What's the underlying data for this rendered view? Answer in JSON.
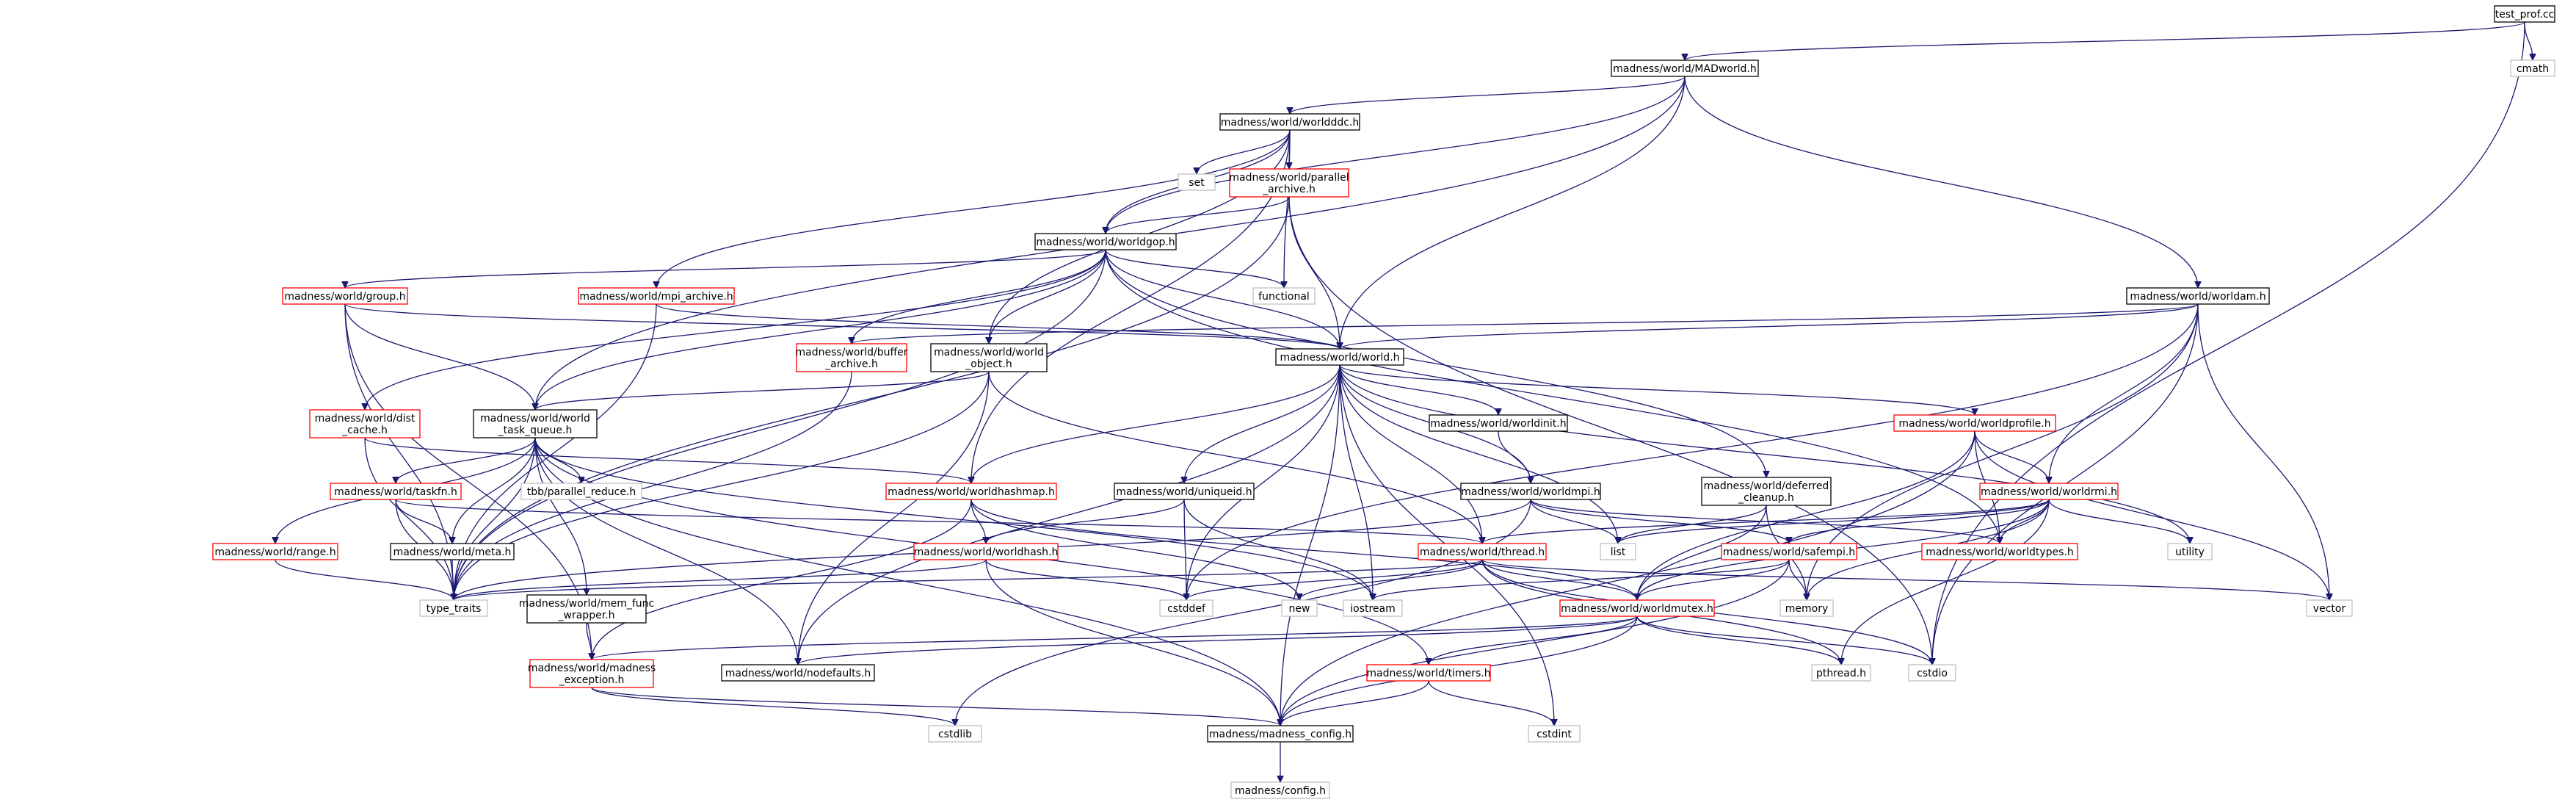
{
  "colors": {
    "edge": "#191970",
    "border_normal": "#000000",
    "border_truncated": "#ff0000",
    "border_system": "#bfbfbf",
    "root_fill": "#bfbfbf"
  },
  "nodes": [
    {
      "id": "test_prof",
      "lines": [
        "test_prof.cc"
      ],
      "style": "root"
    },
    {
      "id": "madworld",
      "lines": [
        "madness/world/MADworld.h"
      ],
      "style": "normal"
    },
    {
      "id": "cmath",
      "lines": [
        "cmath"
      ],
      "style": "system"
    },
    {
      "id": "worldddc",
      "lines": [
        "madness/world/worldddc.h"
      ],
      "style": "normal"
    },
    {
      "id": "set",
      "lines": [
        "set"
      ],
      "style": "system"
    },
    {
      "id": "parallel_archive",
      "lines": [
        "madness/world/parallel",
        "_archive.h"
      ],
      "style": "truncated"
    },
    {
      "id": "worldgop",
      "lines": [
        "madness/world/worldgop.h"
      ],
      "style": "normal"
    },
    {
      "id": "functional",
      "lines": [
        "functional"
      ],
      "style": "system"
    },
    {
      "id": "worlddam",
      "lines": [
        "madness/world/worldam.h"
      ],
      "style": "normal"
    },
    {
      "id": "group",
      "lines": [
        "madness/world/group.h"
      ],
      "style": "truncated"
    },
    {
      "id": "mpi_archive",
      "lines": [
        "madness/world/mpi_archive.h"
      ],
      "style": "truncated"
    },
    {
      "id": "buffer_archive",
      "lines": [
        "madness/world/buffer",
        "_archive.h"
      ],
      "style": "truncated"
    },
    {
      "id": "world_object",
      "lines": [
        "madness/world/world",
        "_object.h"
      ],
      "style": "normal"
    },
    {
      "id": "world",
      "lines": [
        "madness/world/world.h"
      ],
      "style": "normal"
    },
    {
      "id": "dist_cache",
      "lines": [
        "madness/world/dist",
        "_cache.h"
      ],
      "style": "truncated"
    },
    {
      "id": "world_task_queue",
      "lines": [
        "madness/world/world",
        "_task_queue.h"
      ],
      "style": "normal"
    },
    {
      "id": "worldinit",
      "lines": [
        "madness/world/worldinit.h"
      ],
      "style": "normal"
    },
    {
      "id": "worldprofile",
      "lines": [
        "madness/world/worldprofile.h"
      ],
      "style": "truncated"
    },
    {
      "id": "tbb_parallel_reduce",
      "lines": [
        "tbb/parallel_reduce.h"
      ],
      "style": "system"
    },
    {
      "id": "taskfn",
      "lines": [
        "madness/world/taskfn.h"
      ],
      "style": "truncated"
    },
    {
      "id": "worldhashmap",
      "lines": [
        "madness/world/worldhashmap.h"
      ],
      "style": "truncated"
    },
    {
      "id": "uniqueid",
      "lines": [
        "madness/world/uniqueid.h"
      ],
      "style": "normal"
    },
    {
      "id": "worldmpi",
      "lines": [
        "madness/world/worldmpi.h"
      ],
      "style": "normal"
    },
    {
      "id": "deferred_cleanup",
      "lines": [
        "madness/world/deferred",
        "_cleanup.h"
      ],
      "style": "normal"
    },
    {
      "id": "worldrmi",
      "lines": [
        "madness/world/worldrmi.h"
      ],
      "style": "truncated"
    },
    {
      "id": "range",
      "lines": [
        "madness/world/range.h"
      ],
      "style": "truncated"
    },
    {
      "id": "meta",
      "lines": [
        "madness/world/meta.h"
      ],
      "style": "normal"
    },
    {
      "id": "worldhash",
      "lines": [
        "madness/world/worldhash.h"
      ],
      "style": "truncated"
    },
    {
      "id": "thread",
      "lines": [
        "madness/world/thread.h"
      ],
      "style": "truncated"
    },
    {
      "id": "list",
      "lines": [
        "list"
      ],
      "style": "system"
    },
    {
      "id": "safempi",
      "lines": [
        "madness/world/safempi.h"
      ],
      "style": "truncated"
    },
    {
      "id": "worldtypes",
      "lines": [
        "madness/world/worldtypes.h"
      ],
      "style": "truncated"
    },
    {
      "id": "utility",
      "lines": [
        "utility"
      ],
      "style": "system"
    },
    {
      "id": "type_traits",
      "lines": [
        "type_traits"
      ],
      "style": "system"
    },
    {
      "id": "mem_func_wrapper",
      "lines": [
        "madness/world/mem_func",
        "_wrapper.h"
      ],
      "style": "normal"
    },
    {
      "id": "cstddef",
      "lines": [
        "cstddef"
      ],
      "style": "system"
    },
    {
      "id": "new",
      "lines": [
        "new"
      ],
      "style": "system"
    },
    {
      "id": "iostream",
      "lines": [
        "iostream"
      ],
      "style": "system"
    },
    {
      "id": "memory",
      "lines": [
        "memory"
      ],
      "style": "system"
    },
    {
      "id": "vector",
      "lines": [
        "vector"
      ],
      "style": "system"
    },
    {
      "id": "worldmutex",
      "lines": [
        "madness/world/worldmutex.h"
      ],
      "style": "truncated"
    },
    {
      "id": "madness_exception",
      "lines": [
        "madness/world/madness",
        "_exception.h"
      ],
      "style": "truncated"
    },
    {
      "id": "nodefaults",
      "lines": [
        "madness/world/nodefaults.h"
      ],
      "style": "normal"
    },
    {
      "id": "timers",
      "lines": [
        "madness/world/timers.h"
      ],
      "style": "truncated"
    },
    {
      "id": "pthread",
      "lines": [
        "pthread.h"
      ],
      "style": "system"
    },
    {
      "id": "cstdio",
      "lines": [
        "cstdio"
      ],
      "style": "system"
    },
    {
      "id": "cstdlib",
      "lines": [
        "cstdlib"
      ],
      "style": "system"
    },
    {
      "id": "madness_config",
      "lines": [
        "madness/madness_config.h"
      ],
      "style": "normal"
    },
    {
      "id": "cstdint",
      "lines": [
        "cstdint"
      ],
      "style": "system"
    },
    {
      "id": "config",
      "lines": [
        "madness/config.h"
      ],
      "style": "system"
    }
  ],
  "edges": [
    [
      "test_prof",
      "madworld"
    ],
    [
      "test_prof",
      "cmath"
    ],
    [
      "test_prof",
      "cstdio"
    ],
    [
      "madworld",
      "worldddc"
    ],
    [
      "madworld",
      "world_task_queue"
    ],
    [
      "madworld",
      "worldgop"
    ],
    [
      "madworld",
      "world"
    ],
    [
      "madworld",
      "worlddam"
    ],
    [
      "worldddc",
      "set"
    ],
    [
      "worldddc",
      "parallel_archive"
    ],
    [
      "worldddc",
      "functional"
    ],
    [
      "worldddc",
      "world_object"
    ],
    [
      "worldddc",
      "worldhashmap"
    ],
    [
      "worldddc",
      "mpi_archive"
    ],
    [
      "worldddc",
      "worldgop"
    ],
    [
      "parallel_archive",
      "worldgop"
    ],
    [
      "parallel_archive",
      "world"
    ],
    [
      "parallel_archive",
      "type_traits"
    ],
    [
      "parallel_archive",
      "cstdio"
    ],
    [
      "worldgop",
      "functional"
    ],
    [
      "worldgop",
      "group"
    ],
    [
      "worldgop",
      "world"
    ],
    [
      "worldgop",
      "buffer_archive"
    ],
    [
      "worldgop",
      "world_task_queue"
    ],
    [
      "worldgop",
      "dist_cache"
    ],
    [
      "worldgop",
      "deferred_cleanup"
    ],
    [
      "worldgop",
      "worldtypes"
    ],
    [
      "worldgop",
      "type_traits"
    ],
    [
      "worldgop",
      "world_object"
    ],
    [
      "worlddam",
      "world"
    ],
    [
      "worlddam",
      "buffer_archive"
    ],
    [
      "worlddam",
      "worldrmi"
    ],
    [
      "worlddam",
      "vector"
    ],
    [
      "worlddam",
      "memory"
    ],
    [
      "worlddam",
      "cstdio"
    ],
    [
      "worlddam",
      "cstddef"
    ],
    [
      "group",
      "world"
    ],
    [
      "group",
      "world_task_queue"
    ],
    [
      "group",
      "type_traits"
    ],
    [
      "group",
      "madness_exception"
    ],
    [
      "mpi_archive",
      "world"
    ],
    [
      "mpi_archive",
      "type_traits"
    ],
    [
      "buffer_archive",
      "type_traits"
    ],
    [
      "world_object",
      "world_task_queue"
    ],
    [
      "world_object",
      "nodefaults"
    ],
    [
      "world_object",
      "type_traits"
    ],
    [
      "world_object",
      "thread"
    ],
    [
      "world",
      "worldinit"
    ],
    [
      "world",
      "worldprofile"
    ],
    [
      "world",
      "uniqueid"
    ],
    [
      "world",
      "worldmpi"
    ],
    [
      "world",
      "worldhashmap"
    ],
    [
      "world",
      "thread"
    ],
    [
      "world",
      "cstddef"
    ],
    [
      "world",
      "iostream"
    ],
    [
      "world",
      "list"
    ],
    [
      "world",
      "utility"
    ],
    [
      "world",
      "nodefaults"
    ],
    [
      "world",
      "madness_config"
    ],
    [
      "world",
      "cstdint"
    ],
    [
      "dist_cache",
      "worldhashmap"
    ],
    [
      "dist_cache",
      "type_traits"
    ],
    [
      "world_task_queue",
      "tbb_parallel_reduce"
    ],
    [
      "world_task_queue",
      "taskfn"
    ],
    [
      "world_task_queue",
      "range"
    ],
    [
      "world_task_queue",
      "meta"
    ],
    [
      "world_task_queue",
      "type_traits"
    ],
    [
      "world_task_queue",
      "mem_func_wrapper"
    ],
    [
      "world_task_queue",
      "nodefaults"
    ],
    [
      "world_task_queue",
      "iostream"
    ],
    [
      "world_task_queue",
      "timers"
    ],
    [
      "world_task_queue",
      "madness_config"
    ],
    [
      "worldinit",
      "worldmpi"
    ],
    [
      "worldprofile",
      "worldrmi"
    ],
    [
      "worldprofile",
      "worldtypes"
    ],
    [
      "worldprofile",
      "vector"
    ],
    [
      "worldprofile",
      "worldmutex"
    ],
    [
      "worldprofile",
      "madness_config"
    ],
    [
      "taskfn",
      "meta"
    ],
    [
      "taskfn",
      "type_traits"
    ],
    [
      "taskfn",
      "thread"
    ],
    [
      "worldhashmap",
      "worldhash"
    ],
    [
      "worldhashmap",
      "worldmutex"
    ],
    [
      "worldhashmap",
      "madness_exception"
    ],
    [
      "worldhashmap",
      "new"
    ],
    [
      "uniqueid",
      "worldhash"
    ],
    [
      "uniqueid",
      "cstddef"
    ],
    [
      "uniqueid",
      "iostream"
    ],
    [
      "worldmpi",
      "safempi"
    ],
    [
      "worldmpi",
      "worldtypes"
    ],
    [
      "worldmpi",
      "type_traits"
    ],
    [
      "worldmpi",
      "cstdlib"
    ],
    [
      "worldmpi",
      "list"
    ],
    [
      "deferred_cleanup",
      "worldmutex"
    ],
    [
      "deferred_cleanup",
      "list"
    ],
    [
      "deferred_cleanup",
      "memory"
    ],
    [
      "worldrmi",
      "safempi"
    ],
    [
      "worldrmi",
      "worldtypes"
    ],
    [
      "worldrmi",
      "thread"
    ],
    [
      "worldrmi",
      "list"
    ],
    [
      "worldrmi",
      "utility"
    ],
    [
      "worldrmi",
      "memory"
    ],
    [
      "worldrmi",
      "pthread"
    ],
    [
      "worldrmi",
      "worldmutex"
    ],
    [
      "range",
      "type_traits"
    ],
    [
      "meta",
      "type_traits"
    ],
    [
      "worldhash",
      "type_traits"
    ],
    [
      "worldhash",
      "cstddef"
    ],
    [
      "worldhash",
      "madness_config"
    ],
    [
      "thread",
      "worldmutex"
    ],
    [
      "thread",
      "type_traits"
    ],
    [
      "thread",
      "cstddef"
    ],
    [
      "thread",
      "new"
    ],
    [
      "thread",
      "vector"
    ],
    [
      "thread",
      "cstdio"
    ],
    [
      "thread",
      "pthread"
    ],
    [
      "safempi",
      "worldmutex"
    ],
    [
      "safempi",
      "iostream"
    ],
    [
      "safempi",
      "memory"
    ],
    [
      "safempi",
      "madness_config"
    ],
    [
      "mem_func_wrapper",
      "madness_exception"
    ],
    [
      "worldmutex",
      "madness_exception"
    ],
    [
      "worldmutex",
      "nodefaults"
    ],
    [
      "worldmutex",
      "timers"
    ],
    [
      "worldmutex",
      "pthread"
    ],
    [
      "worldmutex",
      "cstdio"
    ],
    [
      "worldmutex",
      "madness_config"
    ],
    [
      "madness_exception",
      "madness_config"
    ],
    [
      "madness_exception",
      "cstdlib"
    ],
    [
      "timers",
      "madness_config"
    ],
    [
      "timers",
      "cstdint"
    ],
    [
      "madness_config",
      "config"
    ]
  ]
}
